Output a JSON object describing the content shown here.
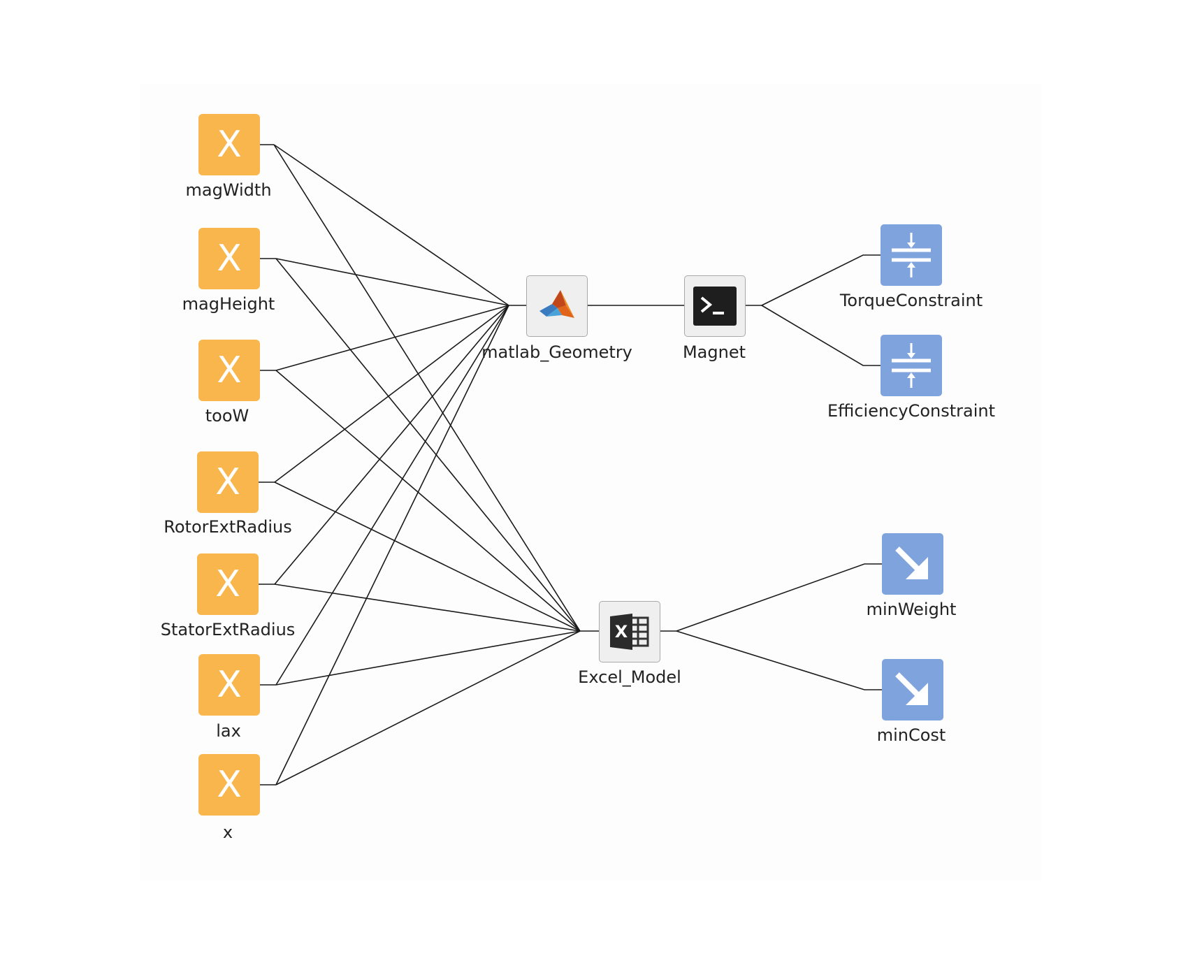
{
  "variables": [
    {
      "label": "magWidth",
      "icon": "x-variable-icon"
    },
    {
      "label": "magHeight",
      "icon": "x-variable-icon"
    },
    {
      "label": "tooW",
      "icon": "x-variable-icon"
    },
    {
      "label": "RotorExtRadius",
      "icon": "x-variable-icon"
    },
    {
      "label": "StatorExtRadius",
      "icon": "x-variable-icon"
    },
    {
      "label": "lax",
      "icon": "x-variable-icon"
    },
    {
      "label": "x",
      "icon": "x-variable-icon"
    }
  ],
  "variable_glyph": "X",
  "models": {
    "matlab": {
      "label": "matlab_Geometry",
      "icon": "matlab-icon"
    },
    "magnet": {
      "label": "Magnet",
      "icon": "terminal-icon"
    },
    "excel": {
      "label": "Excel_Model",
      "icon": "excel-icon"
    }
  },
  "constraints": [
    {
      "label": "TorqueConstraint",
      "icon": "constraint-icon"
    },
    {
      "label": "EfficiencyConstraint",
      "icon": "constraint-icon"
    }
  ],
  "objectives": [
    {
      "label": "minWeight",
      "icon": "minimize-arrow-icon"
    },
    {
      "label": "minCost",
      "icon": "minimize-arrow-icon"
    }
  ],
  "colors": {
    "variable": "#f8b64c",
    "objective": "#7fa3dc",
    "tool_bg": "#efefef"
  }
}
